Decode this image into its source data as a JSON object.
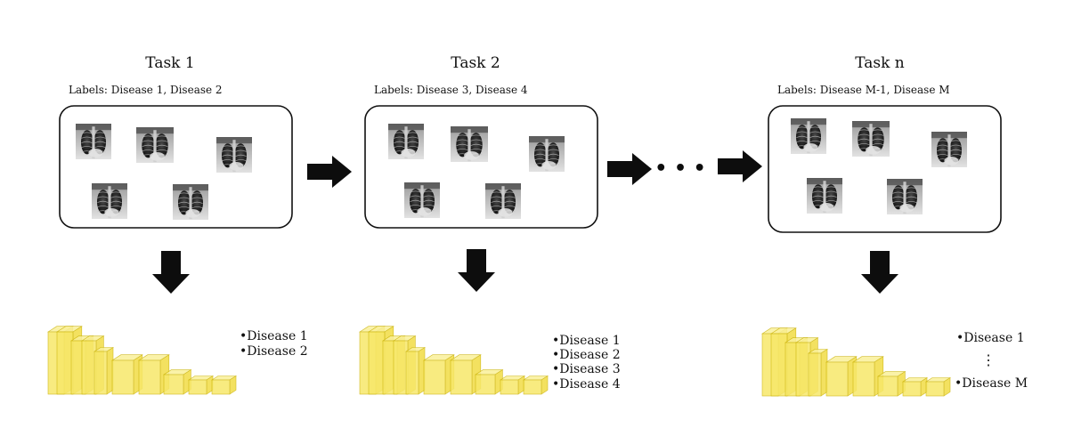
{
  "colors": {
    "arrow": "#0d0d0d",
    "panel_border": "#111111",
    "cube_fill": "#f7e86a",
    "cube_side": "#f1dc45",
    "cube_top": "#faf09a",
    "cube_edge": "#c8b000",
    "xray_dark": "#1b1b1b",
    "xray_light": "#d8d8d8"
  },
  "tasks": [
    {
      "title": "Task 1",
      "labels": "Labels: Disease 1, Disease 2",
      "outputs": [
        "•Disease 1",
        "•Disease 2"
      ]
    },
    {
      "title": "Task 2",
      "labels": "Labels: Disease 3, Disease 4",
      "outputs": [
        "•Disease 1",
        "•Disease 2",
        "•Disease 3",
        "•Disease 4"
      ]
    },
    {
      "title": "Task n",
      "labels": "Labels: Disease M-1, Disease M",
      "outputs": [
        "•Disease 1",
        "⋮",
        "•Disease M"
      ]
    }
  ],
  "ellipsis": "• • •"
}
